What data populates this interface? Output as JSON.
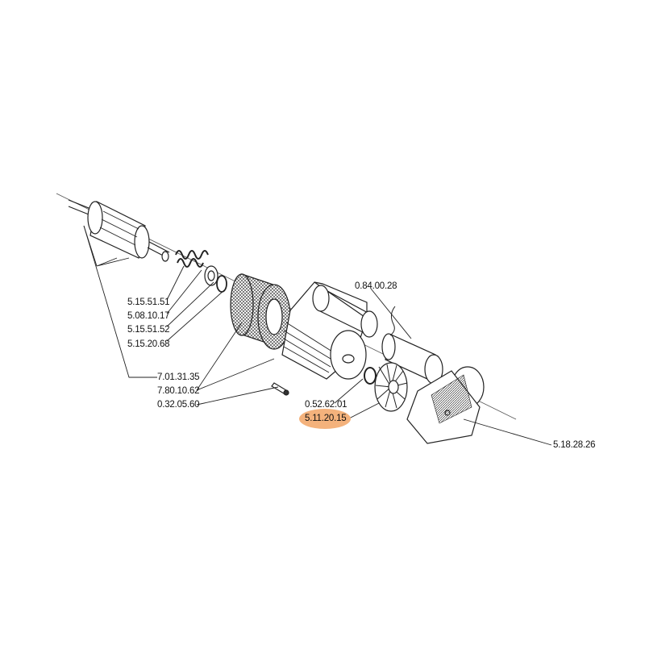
{
  "diagram": {
    "highlight_color": "#f4b27c",
    "part_numbers": [
      {
        "id": "p1",
        "label": "5.15.51.51"
      },
      {
        "id": "p2",
        "label": "5.08.10.17"
      },
      {
        "id": "p3",
        "label": "5.15.51.52"
      },
      {
        "id": "p4",
        "label": "5.15.20.68"
      },
      {
        "id": "p5",
        "label": "7.01.31.35"
      },
      {
        "id": "p6",
        "label": "7.80.10.62"
      },
      {
        "id": "p7",
        "label": "0.32.05.60"
      },
      {
        "id": "p8",
        "label": "0.52.62.01"
      },
      {
        "id": "p9",
        "label": "5.11.20.15",
        "highlighted": true
      },
      {
        "id": "p10",
        "label": "0.84.00.28"
      },
      {
        "id": "p11",
        "label": "5.18.28.26"
      }
    ]
  }
}
